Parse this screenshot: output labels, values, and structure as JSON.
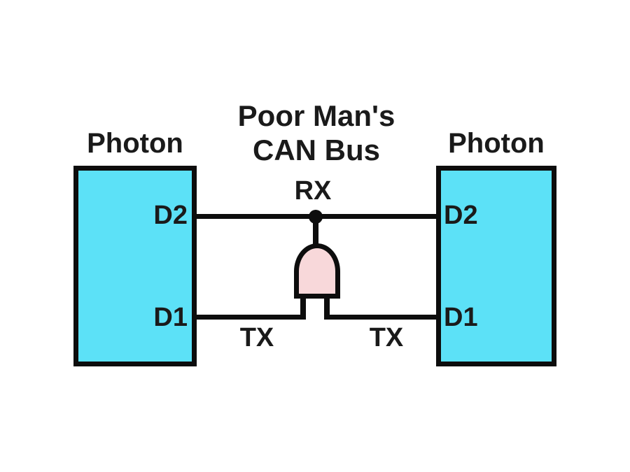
{
  "title": {
    "line1": "Poor Man's",
    "line2": "CAN Bus"
  },
  "devices": {
    "left": {
      "label": "Photon",
      "pins": {
        "top": "D2",
        "bottom": "D1"
      }
    },
    "right": {
      "label": "Photon",
      "pins": {
        "top": "D2",
        "bottom": "D1"
      }
    }
  },
  "signals": {
    "rx": "RX",
    "tx_left": "TX",
    "tx_right": "TX"
  },
  "gate": {
    "type": "AND gate",
    "inputs": [
      "left Photon D1 (TX)",
      "right Photon D1 (TX)"
    ],
    "output": "shared RX bus to both D2 pins"
  },
  "colors": {
    "device_fill": "#5ce1f7",
    "gate_fill": "#f8d8da",
    "wire": "#0d0d0d",
    "text": "#1a1a1a",
    "background": "#ffffff"
  }
}
